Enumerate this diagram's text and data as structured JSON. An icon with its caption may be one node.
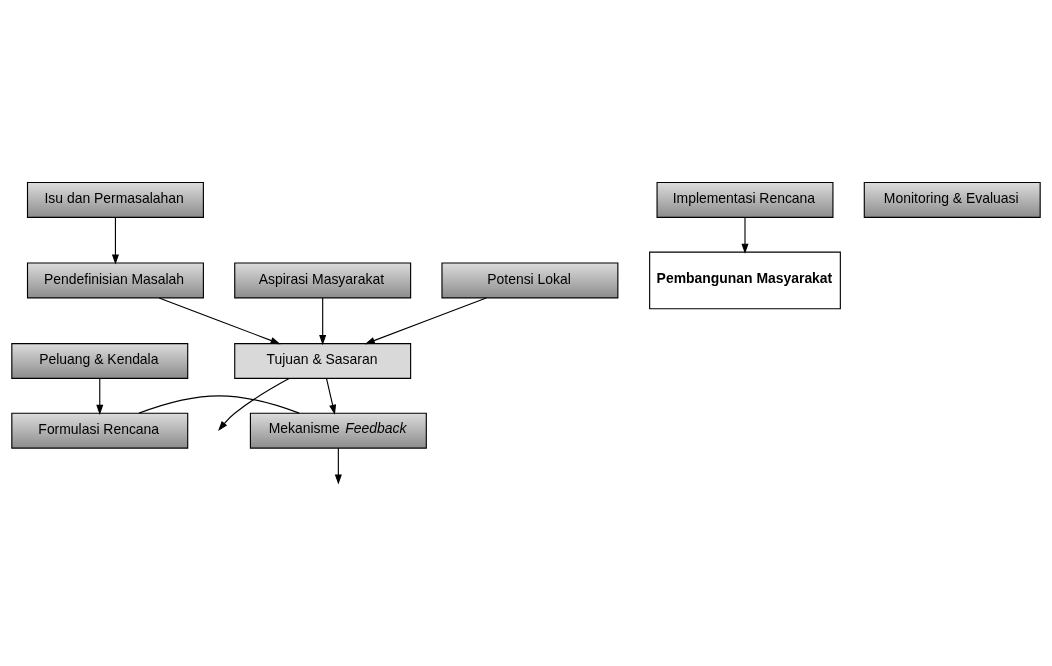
{
  "diagram": {
    "nodes": [
      {
        "text": [
          "Isu dan Permasalahan"
        ]
      },
      {
        "text": [
          "Pendefinisian Masalah"
        ]
      },
      {
        "text": [
          "Aspirasi Masyarakat"
        ]
      },
      {
        "text": [
          "Potensi Lokal"
        ]
      },
      {
        "text": [
          "Peluang & Kendala"
        ]
      },
      {
        "text": [
          "Tujuan & Sasaran"
        ]
      },
      {
        "text": [
          "Formulasi Rencana"
        ]
      },
      {
        "text": [
          "Mekanisme *Feedback*"
        ]
      },
      {
        "text": [
          "Implementasi Rencana"
        ]
      },
      {
        "text": [
          "Monitoring & Evaluasi"
        ]
      },
      {
        "text": [
          "Pembangunan Masyarakat"
        ]
      }
    ],
    "edges": [
      {
        "from": 0,
        "to": 1,
        "arrow": "to"
      },
      {
        "from": 1,
        "to": 5,
        "arrow": "to"
      },
      {
        "from": 2,
        "to": 5,
        "arrow": "to"
      },
      {
        "from": 3,
        "to": 5,
        "arrow": "to"
      },
      {
        "from": 5,
        "to": null,
        "arrow": "to"
      },
      {
        "from": 5,
        "to": 7,
        "arrow": "to"
      },
      {
        "from": 7,
        "to": null,
        "arrow": "to"
      },
      {
        "from": 4,
        "to": 6,
        "arrow": "to"
      },
      {
        "from": 6,
        "to": 7,
        "arrow": "none"
      },
      {
        "from": 8,
        "to": 10,
        "arrow": "to"
      }
    ]
  }
}
